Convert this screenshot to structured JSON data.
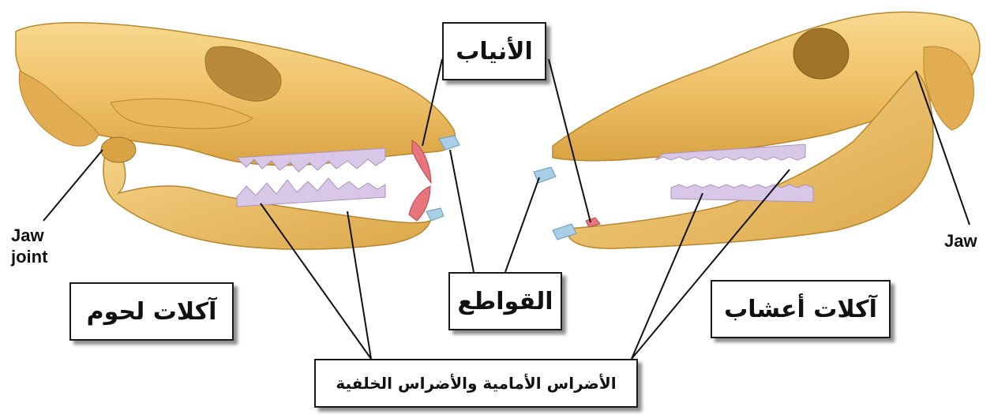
{
  "labels": {
    "canines": "الأنياب",
    "incisors": "القواطع",
    "molars": "الأضراس الأمامية والأضراس الخلفية",
    "carnivores": "آكلات لحوم",
    "herbivores": "آكلات أعشاب",
    "jaw_joint_line1": "Jaw",
    "jaw_joint_line2": "joint",
    "jaw_right": "Jaw"
  },
  "colors": {
    "bone": "#f2c46b",
    "bone_shade": "#d9a443",
    "bone_outline": "#b8862e",
    "molar": "#d8c7e6",
    "canine": "#e8747c",
    "incisor": "#a7cfe8"
  }
}
